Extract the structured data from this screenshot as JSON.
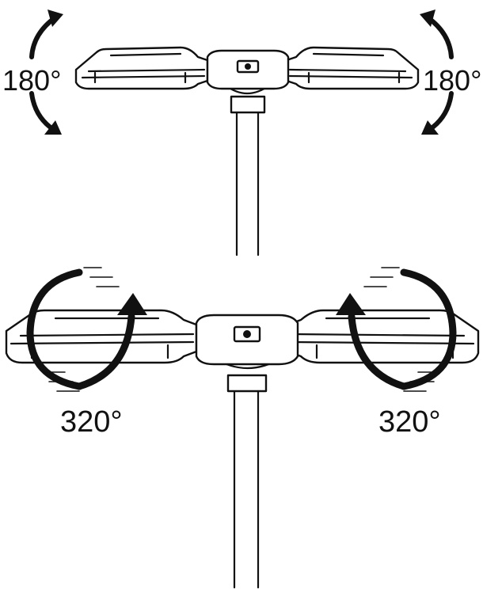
{
  "labels": {
    "top_left_angle": "180°",
    "top_right_angle": "180°",
    "bottom_left_angle": "320°",
    "bottom_right_angle": "320°"
  }
}
